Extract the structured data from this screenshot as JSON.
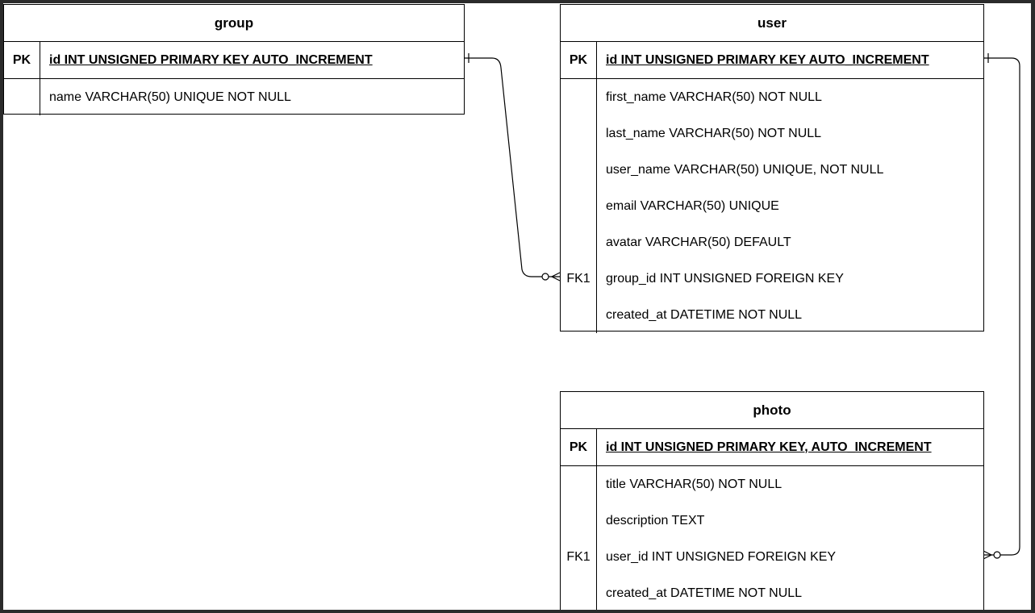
{
  "entities": {
    "group": {
      "title": "group",
      "pk": {
        "key": "PK",
        "text": "id INT UNSIGNED PRIMARY KEY AUTO_INCREMENT"
      },
      "fields": [
        {
          "key": "",
          "text": "name VARCHAR(50) UNIQUE NOT NULL"
        }
      ]
    },
    "user": {
      "title": "user",
      "pk": {
        "key": "PK",
        "text": "id INT UNSIGNED PRIMARY KEY AUTO_INCREMENT"
      },
      "fields": [
        {
          "key": "",
          "text": "first_name VARCHAR(50) NOT NULL"
        },
        {
          "key": "",
          "text": "last_name VARCHAR(50) NOT NULL"
        },
        {
          "key": "",
          "text": "user_name VARCHAR(50) UNIQUE, NOT NULL"
        },
        {
          "key": "",
          "text": "email VARCHAR(50) UNIQUE"
        },
        {
          "key": "",
          "text": "avatar VARCHAR(50) DEFAULT"
        },
        {
          "key": "FK1",
          "text": "group_id INT UNSIGNED FOREIGN KEY"
        },
        {
          "key": "",
          "text": "created_at DATETIME NOT NULL"
        }
      ]
    },
    "photo": {
      "title": "photo",
      "pk": {
        "key": "PK",
        "text": "id INT UNSIGNED PRIMARY KEY, AUTO_INCREMENT"
      },
      "fields": [
        {
          "key": "",
          "text": "title VARCHAR(50) NOT NULL"
        },
        {
          "key": "",
          "text": "description TEXT"
        },
        {
          "key": "FK1",
          "text": "user_id INT UNSIGNED FOREIGN KEY"
        },
        {
          "key": "",
          "text": "created_at DATETIME NOT NULL"
        }
      ]
    }
  },
  "relationships": [
    {
      "from": "group.id",
      "to": "user.group_id",
      "cardinality": "one-to-zero-or-many"
    },
    {
      "from": "user.id",
      "to": "photo.user_id",
      "cardinality": "one-to-zero-or-many"
    }
  ]
}
